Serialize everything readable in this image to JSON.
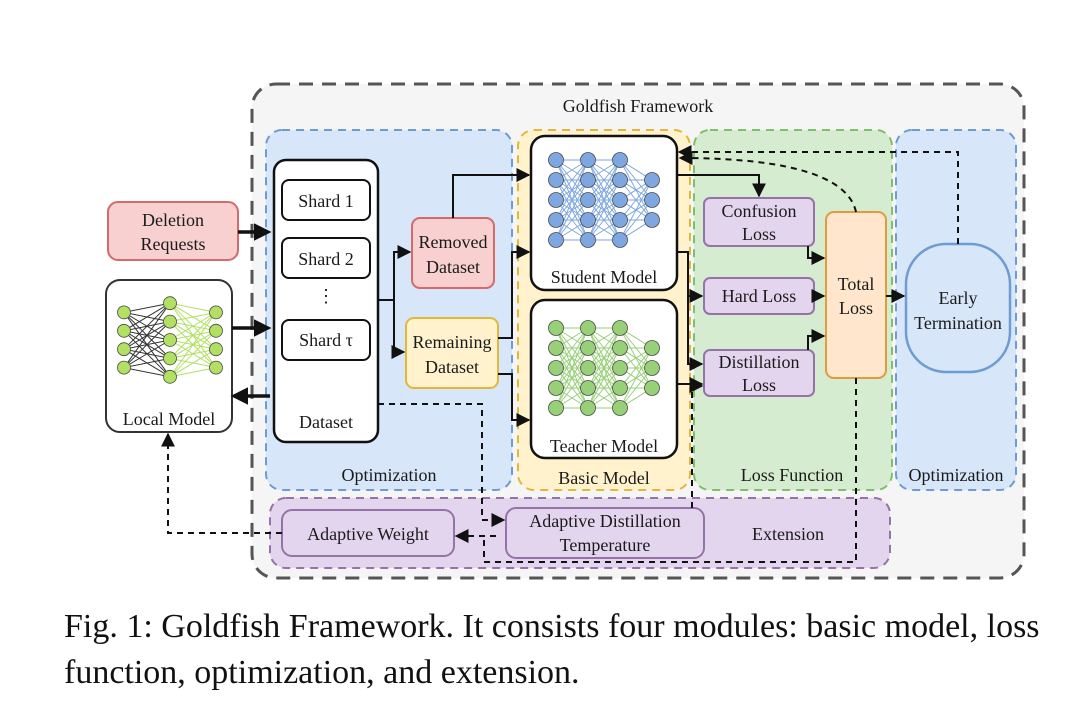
{
  "framework": {
    "title": "Goldfish Framework"
  },
  "inputs": {
    "deletion_requests": [
      "Deletion",
      "Requests"
    ],
    "local_model": "Local Model"
  },
  "dataset": {
    "label": "Dataset",
    "shards": [
      "Shard 1",
      "Shard 2",
      "⋮",
      "Shard τ"
    ]
  },
  "splits": {
    "removed": [
      "Removed",
      "Dataset"
    ],
    "remaining": [
      "Remaining",
      "Dataset"
    ]
  },
  "models": {
    "student": "Student Model",
    "teacher": "Teacher Model"
  },
  "losses": {
    "confusion": [
      "Confusion",
      "Loss"
    ],
    "hard": "Hard Loss",
    "distillation": [
      "Distillation",
      "Loss"
    ],
    "total": [
      "Total",
      "Loss"
    ]
  },
  "early_termination": [
    "Early",
    "Termination"
  ],
  "extension": {
    "adaptive_weight": "Adaptive Weight",
    "adaptive_temperature": [
      "Adaptive Distillation",
      "Temperature"
    ]
  },
  "modules": {
    "optimization_left": "Optimization",
    "basic_model": "Basic Model",
    "loss_function": "Loss Function",
    "optimization_right": "Optimization",
    "extension": "Extension"
  },
  "colors": {
    "red_fill": "#f8d0d0",
    "red_stroke": "#d46a6a",
    "blue_fill": "#d7e6f9",
    "blue_stroke": "#6e9bd1",
    "yellow_fill": "#fff2cc",
    "yellow_stroke": "#e3b73c",
    "green_fill": "#d6ecd0",
    "green_stroke": "#7fbf6a",
    "purple_fill": "#e4d5ee",
    "purple_stroke": "#9673a6",
    "orange_fill": "#ffe6cc",
    "orange_stroke": "#e09b3d",
    "student_net": "#7ea6e0",
    "teacher_net": "#97d077",
    "local_net": "#b2e063"
  },
  "caption": "Fig. 1: Goldfish Framework. It consists four modules: basic model, loss function, optimization, and extension."
}
